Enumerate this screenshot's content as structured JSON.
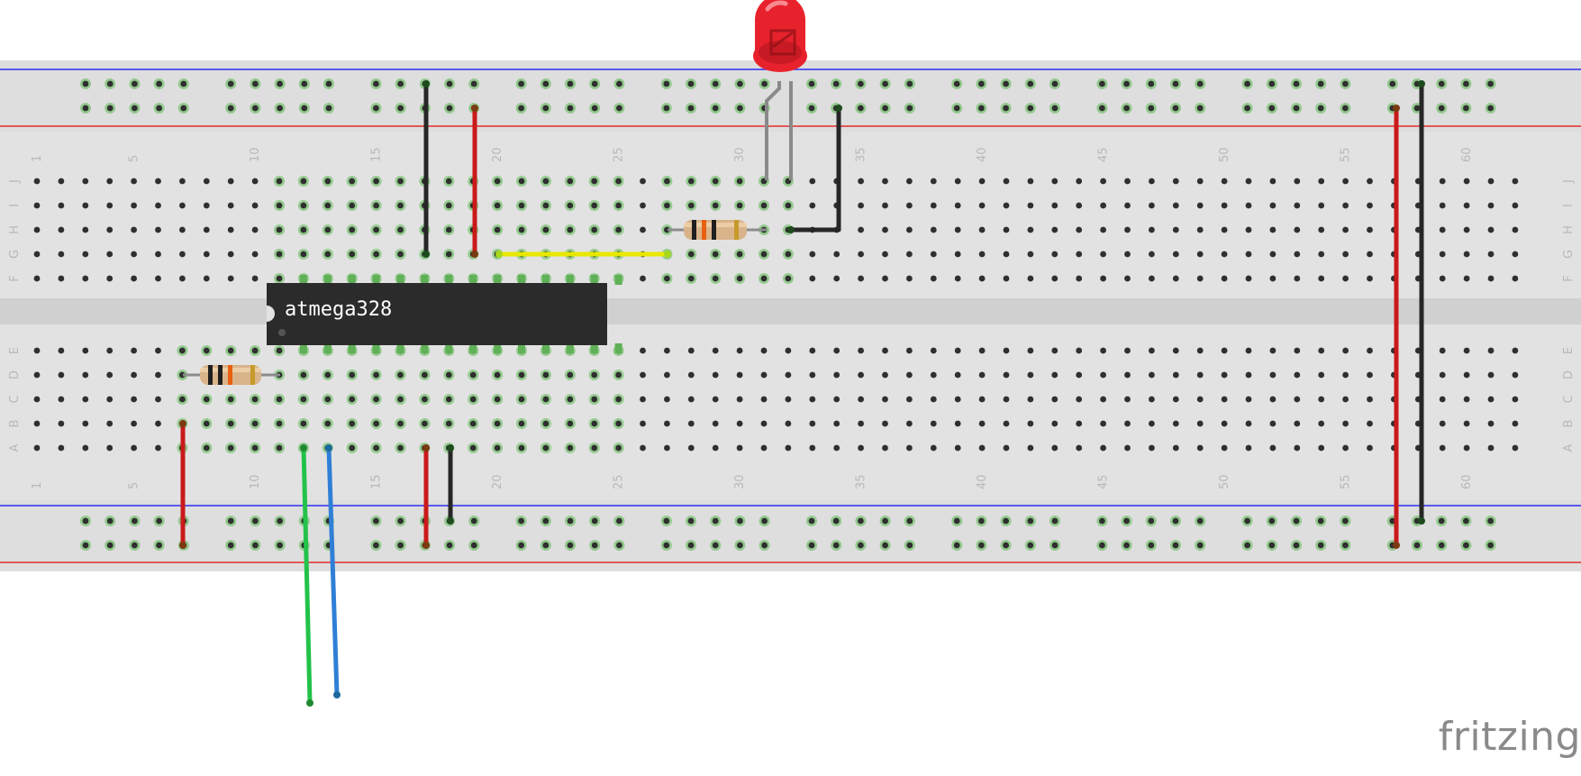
{
  "app": {
    "logo_text": "fritzing"
  },
  "chip": {
    "label": "atmega328",
    "pins_per_side": 14
  },
  "breadboard": {
    "columns": 62,
    "column_labels": [
      "1",
      "5",
      "10",
      "15",
      "20",
      "25",
      "30",
      "35",
      "40",
      "45",
      "50",
      "55",
      "60"
    ],
    "row_labels_top": [
      "J",
      "I",
      "H",
      "G",
      "F"
    ],
    "row_labels_bottom": [
      "E",
      "D",
      "C",
      "B",
      "A"
    ]
  },
  "colors": {
    "board": "#e2e2e2",
    "channel": "#d0d0d0",
    "hole": "#2f2f2f",
    "hole_connected": "#58b84d",
    "rail_blue_line": "#2d2df0",
    "rail_red_line": "#e02a2a",
    "wire_red": "#c91a1a",
    "wire_black": "#262626",
    "wire_yellow": "#e8e800",
    "wire_green": "#23c24a",
    "wire_blue": "#2f7fd6",
    "led_red": "#e8222c",
    "chip_body": "#2b2b2b",
    "label_text": "#ffffff",
    "logo": "#8a8a8a"
  },
  "components": [
    {
      "name": "resistor-top",
      "type": "resistor",
      "bands": [
        "#1f1f1f",
        "#e86010",
        "#1f1f1f",
        "#c79a2a"
      ]
    },
    {
      "name": "resistor-bottom",
      "type": "resistor",
      "bands": [
        "#1f1f1f",
        "#1f1f1f",
        "#e86010",
        "#c79a2a"
      ]
    },
    {
      "name": "red-led",
      "type": "led",
      "color": "red"
    }
  ]
}
